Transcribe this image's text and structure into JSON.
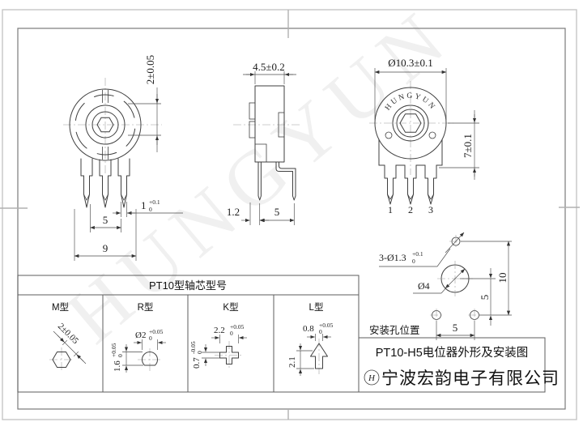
{
  "frame": {
    "watermark": "HUNGYUN"
  },
  "front_view": {
    "slot_dim": "2±0.05",
    "pin_w": {
      "val": "1",
      "sup": "+0.1",
      "sub": "0"
    },
    "pin_pitch": "5",
    "body_width": "9"
  },
  "side_view": {
    "width_dim": "4.5±0.2",
    "lead_offset": "1.2",
    "lead_pitch": "5"
  },
  "back_view": {
    "brand": "HUNGYUN",
    "dia_dim": "Ø10.3±0.1",
    "height_dim": "7±0.1",
    "pins": [
      "1",
      "2",
      "3"
    ]
  },
  "mounting": {
    "caption": "安装孔位置",
    "holes": {
      "val": "3-Ø1.3",
      "sup": "+0.1",
      "sub": "0"
    },
    "center_hole": "Ø4",
    "pitch_x": "5",
    "pitch_y": "5",
    "total_h": "10"
  },
  "shaft_table": {
    "title": "PT10型轴芯型号",
    "cols": [
      {
        "label": "M型",
        "dim": "2±0.05"
      },
      {
        "label": "R型",
        "w": {
          "val": "Ø2",
          "sup": "+0.05",
          "sub": "0"
        },
        "h": {
          "val": "1.6",
          "sup": "+0.05",
          "sub": "0"
        }
      },
      {
        "label": "K型",
        "w": {
          "val": "2.2",
          "sup": "+0.05",
          "sub": "0"
        },
        "h": {
          "val": "0.7",
          "sup": "-0.05",
          "sub": "0"
        }
      },
      {
        "label": "L型",
        "w": {
          "val": "0.8",
          "sup": "+0.05",
          "sub": "0"
        },
        "h": {
          "val": "2.1"
        }
      }
    ]
  },
  "title_block": {
    "drawing_title": "PT10-H5电位器外形及安装图",
    "logo_letter": "H",
    "company": "宁波宏韵电子有限公司"
  }
}
